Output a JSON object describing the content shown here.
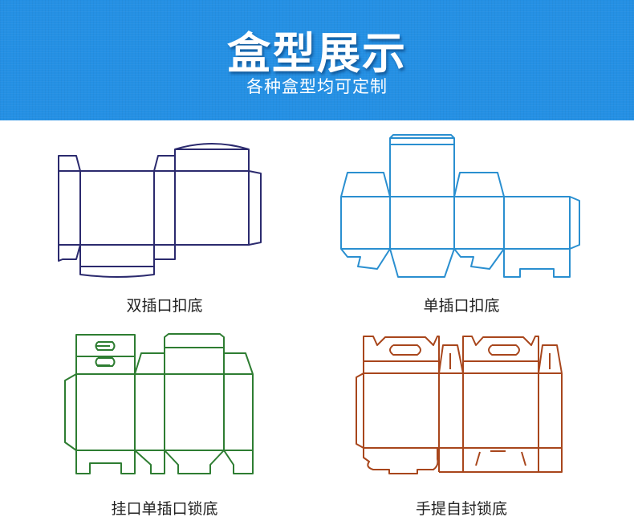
{
  "header": {
    "title": "盒型展示",
    "subtitle": "各种盒型均可定制"
  },
  "boxes": [
    {
      "label": "双插口扣底",
      "color": "#2b2a6e"
    },
    {
      "label": "单插口扣底",
      "color": "#2a8fd0"
    },
    {
      "label": "挂口单插口锁底",
      "color": "#2e7d32"
    },
    {
      "label": "手提自封锁底",
      "color": "#a8461c"
    }
  ]
}
